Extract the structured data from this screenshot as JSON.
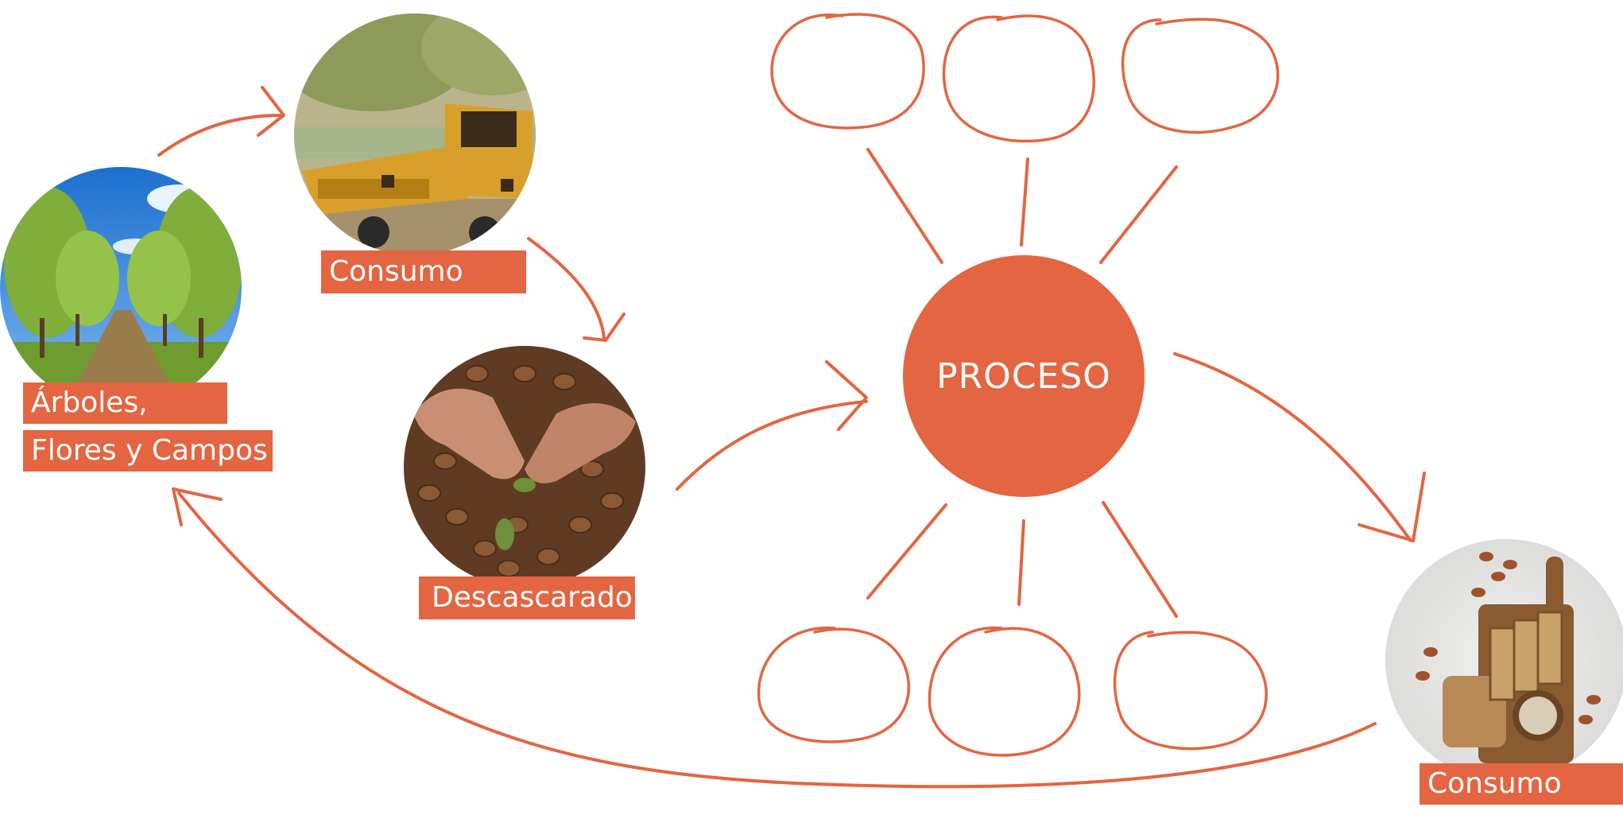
{
  "colors": {
    "accent": "#e36541",
    "sky": "#2f86d9",
    "foliage": "#7fae3a",
    "soil": "#8a6a3a",
    "machine": "#d8a02a",
    "almond": "#8b5a35",
    "skin": "#c88f72",
    "bread": "#b98a55",
    "board": "#8a5a30"
  },
  "diagram": {
    "center_label": "PROCESO",
    "labels": {
      "consumo_1": "Consumo",
      "arboles_line1": "Árboles,",
      "arboles_line2": "Flores y Campos",
      "descascarado": "Descascarado",
      "consumo_2": "Consumo"
    },
    "photos": {
      "trees": "almond-orchard-photo",
      "harvester": "harvester-machine-photo",
      "hands": "hands-shelling-almonds-photo",
      "bread": "almond-bread-photo"
    }
  }
}
